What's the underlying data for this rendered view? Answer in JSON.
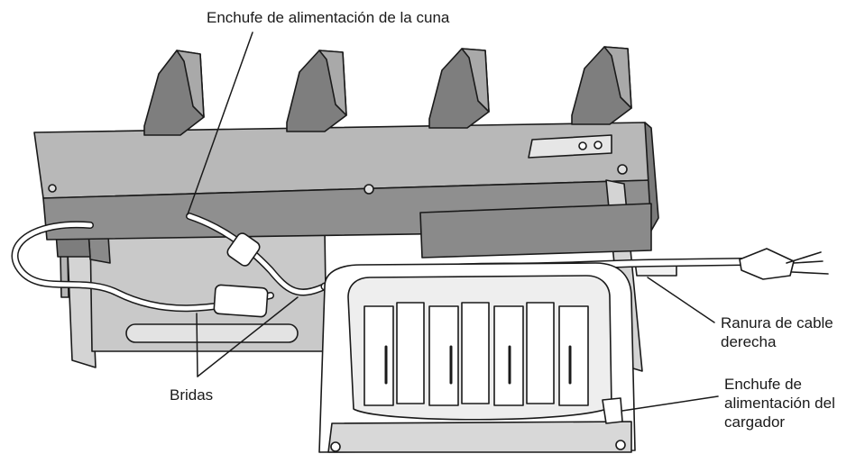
{
  "labels": {
    "cradle_power": "Enchufe de alimentación de la cuna",
    "cable_ties": "Bridas",
    "right_slot_line1": "Ranura de cable",
    "right_slot_line2": "derecha",
    "charger_power_line1": "Enchufe de",
    "charger_power_line2": "alimentación del",
    "charger_power_line3": "cargador"
  },
  "colors": {
    "body_dark": "#8a8a8a",
    "body_mid": "#b5b5b5",
    "body_light": "#d9d9d9",
    "outline": "#1a1a1a",
    "cable": "#ffffff"
  }
}
